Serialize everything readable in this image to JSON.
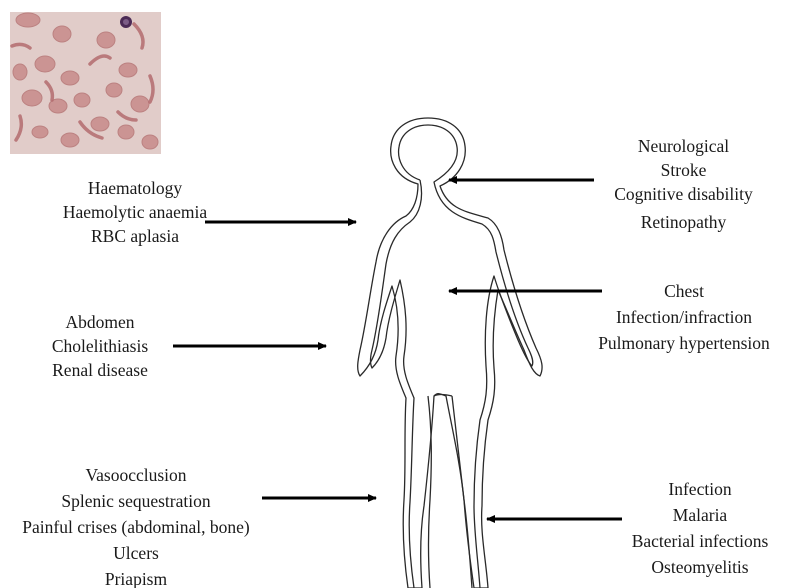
{
  "micrograph_icon": "sickle-cell-blood-smear",
  "body_icon": "human-body-outline",
  "arrow_color": "#000000",
  "groups": {
    "haematology": {
      "lines": [
        "Haematology",
        "Haemolytic anaemia",
        "RBC aplasia"
      ]
    },
    "abdomen": {
      "lines": [
        "Abdomen",
        "Cholelithiasis",
        "Renal disease"
      ]
    },
    "vasoocclusion": {
      "lines": [
        "Vasoocclusion",
        "Splenic sequestration",
        "Painful crises (abdominal, bone)",
        "Ulcers",
        "Priapism"
      ]
    },
    "neurological": {
      "lines": [
        "Neurological",
        "Stroke",
        "Cognitive disability",
        "Retinopathy"
      ]
    },
    "chest": {
      "lines": [
        "Chest",
        "Infection/infraction",
        "Pulmonary hypertension"
      ]
    },
    "infection": {
      "lines": [
        "Infection",
        "Malaria",
        "Bacterial infections",
        "Osteomyelitis"
      ]
    }
  }
}
